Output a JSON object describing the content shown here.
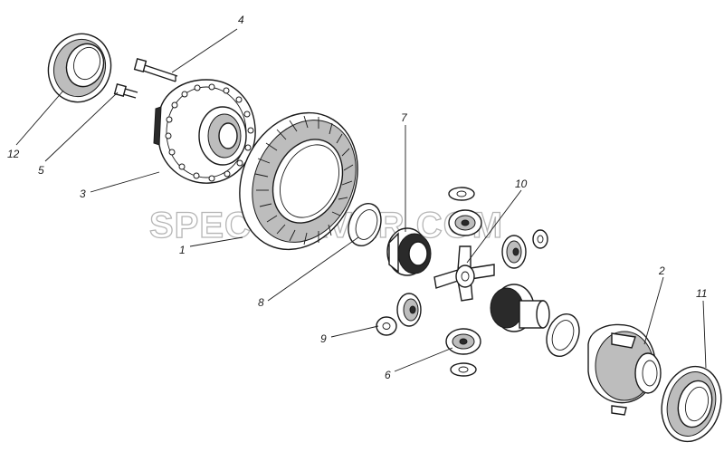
{
  "diagram": {
    "watermark": "SPECSERVER.COM",
    "callouts": [
      {
        "id": "1",
        "label": "1"
      },
      {
        "id": "2",
        "label": "2"
      },
      {
        "id": "3",
        "label": "3"
      },
      {
        "id": "4",
        "label": "4"
      },
      {
        "id": "5",
        "label": "5"
      },
      {
        "id": "6",
        "label": "6"
      },
      {
        "id": "7",
        "label": "7"
      },
      {
        "id": "8",
        "label": "8"
      },
      {
        "id": "9",
        "label": "9"
      },
      {
        "id": "10",
        "label": "10"
      },
      {
        "id": "11",
        "label": "11"
      },
      {
        "id": "12",
        "label": "12"
      }
    ]
  }
}
